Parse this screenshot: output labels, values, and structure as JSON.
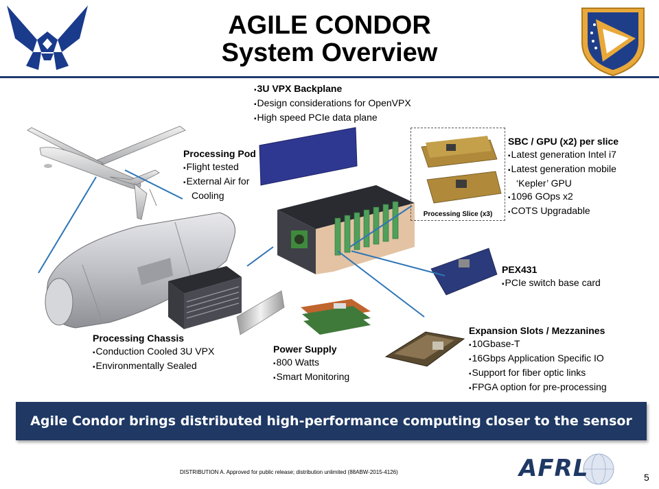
{
  "header": {
    "title_line1": "AGILE CONDOR",
    "title_line2": "System Overview"
  },
  "callouts": {
    "backplane": {
      "heading": "3U VPX Backplane",
      "bullets": [
        "Design considerations for OpenVPX",
        "High speed PCIe data plane"
      ]
    },
    "pod": {
      "heading": "Processing Pod",
      "bullets": [
        "Flight tested",
        "External Air for"
      ],
      "continuation": "Cooling"
    },
    "sbc": {
      "heading": "SBC / GPU (x2) per slice",
      "bullets": [
        "Latest generation Intel i7",
        "Latest generation mobile"
      ],
      "continuation": "‘Kepler’ GPU",
      "bullets2": [
        "1096 GOps x2",
        "COTS Upgradable"
      ]
    },
    "pex": {
      "heading": "PEX431",
      "bullets": [
        "PCIe switch base card"
      ]
    },
    "chassis": {
      "heading": "Processing Chassis",
      "bullets": [
        "Conduction Cooled 3U VPX",
        "Environmentally Sealed"
      ]
    },
    "power": {
      "heading": "Power Supply",
      "bullets": [
        "800 Watts",
        "Smart Monitoring"
      ]
    },
    "expansion": {
      "heading": "Expansion Slots / Mezzanines",
      "bullets": [
        "10Gbase-T",
        "16Gbps Application Specific IO",
        "Support for fiber optic links",
        "FPGA option for pre-processing"
      ]
    }
  },
  "slice_label": "Processing Slice (x3)",
  "banner": "Agile Condor brings distributed high-performance computing closer to the sensor",
  "footer": "DISTRIBUTION A.  Approved for public release; distribution unlimited (88ABW-2015-4126)",
  "logo_text": "AFRL",
  "page_number": "5",
  "colors": {
    "navy": "#1f3864",
    "rule": "#1f3a6e",
    "connector": "#2e75b6",
    "af_blue": "#1a3a8c"
  }
}
